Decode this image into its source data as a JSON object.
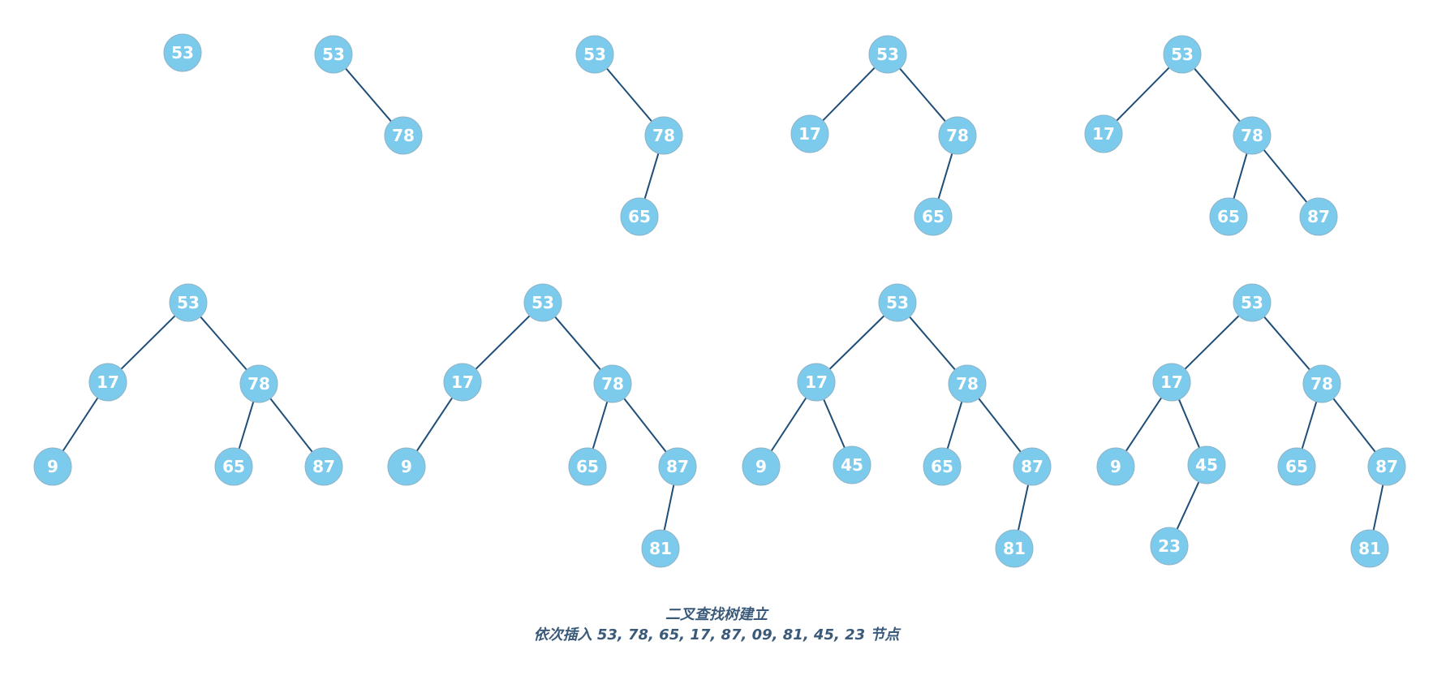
{
  "caption": {
    "title": "二叉查找树建立",
    "subtitle": "依次插入 53, 78, 65, 17, 87, 09, 81, 45, 23 节点"
  },
  "colors": {
    "node_fill": "#7ccbec",
    "edge": "#1f4e79",
    "label": "#ffffff",
    "caption": "#3b5a7a"
  },
  "trees": [
    {
      "nodes": [
        "53"
      ],
      "edges": []
    },
    {
      "nodes": [
        "53",
        "78"
      ],
      "edges": [
        [
          "53",
          "78"
        ]
      ]
    },
    {
      "nodes": [
        "53",
        "78",
        "65"
      ],
      "edges": [
        [
          "53",
          "78"
        ],
        [
          "78",
          "65"
        ]
      ]
    },
    {
      "nodes": [
        "53",
        "17",
        "78",
        "65"
      ],
      "edges": [
        [
          "53",
          "17"
        ],
        [
          "53",
          "78"
        ],
        [
          "78",
          "65"
        ]
      ]
    },
    {
      "nodes": [
        "53",
        "17",
        "78",
        "65",
        "87"
      ],
      "edges": [
        [
          "53",
          "17"
        ],
        [
          "53",
          "78"
        ],
        [
          "78",
          "65"
        ],
        [
          "78",
          "87"
        ]
      ]
    },
    {
      "nodes": [
        "53",
        "17",
        "78",
        "9",
        "65",
        "87"
      ],
      "edges": [
        [
          "53",
          "17"
        ],
        [
          "53",
          "78"
        ],
        [
          "17",
          "9"
        ],
        [
          "78",
          "65"
        ],
        [
          "78",
          "87"
        ]
      ]
    },
    {
      "nodes": [
        "53",
        "17",
        "78",
        "9",
        "65",
        "87",
        "81"
      ],
      "edges": [
        [
          "53",
          "17"
        ],
        [
          "53",
          "78"
        ],
        [
          "17",
          "9"
        ],
        [
          "78",
          "65"
        ],
        [
          "78",
          "87"
        ],
        [
          "87",
          "81"
        ]
      ]
    },
    {
      "nodes": [
        "53",
        "17",
        "78",
        "9",
        "45",
        "65",
        "87",
        "81"
      ],
      "edges": [
        [
          "53",
          "17"
        ],
        [
          "53",
          "78"
        ],
        [
          "17",
          "9"
        ],
        [
          "17",
          "45"
        ],
        [
          "78",
          "65"
        ],
        [
          "78",
          "87"
        ],
        [
          "87",
          "81"
        ]
      ]
    },
    {
      "nodes": [
        "53",
        "17",
        "78",
        "9",
        "45",
        "65",
        "87",
        "23",
        "81"
      ],
      "edges": [
        [
          "53",
          "17"
        ],
        [
          "53",
          "78"
        ],
        [
          "17",
          "9"
        ],
        [
          "17",
          "45"
        ],
        [
          "78",
          "65"
        ],
        [
          "78",
          "87"
        ],
        [
          "45",
          "23"
        ],
        [
          "87",
          "81"
        ]
      ]
    }
  ]
}
